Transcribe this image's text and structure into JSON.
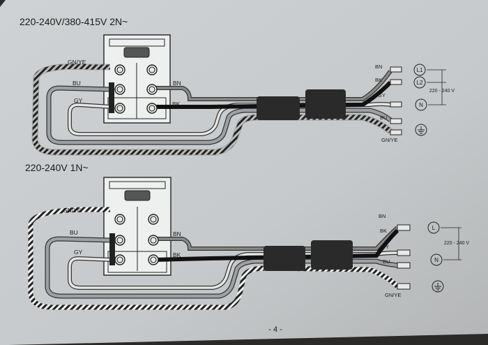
{
  "diagram_top": {
    "title": "220-240V/380-415V 2N~",
    "wire_labels": {
      "gnye_left": "GN/YE",
      "bu_left": "BU",
      "gy_left": "GY",
      "bn_mid": "BN",
      "bk_mid": "BK",
      "bn_end": "BN",
      "bk_end": "BK",
      "gy_end": "GY",
      "bu_end": "BU",
      "gnye_end": "GN/YE"
    },
    "terminals": {
      "l1": "L1",
      "l2": "L2",
      "n": "N"
    },
    "voltage_label": "220 - 240 V"
  },
  "diagram_bottom": {
    "title": "220-240V 1N~",
    "wire_labels": {
      "gnye_left": "GN/YE",
      "bu_left": "BU",
      "gy_left": "GY",
      "bn_mid": "BN",
      "bk_mid": "BK",
      "bn_end": "BN",
      "bk_end": "BK",
      "gy_end": "GY",
      "bu_end": "BU",
      "gnye_end": "GN/YE"
    },
    "terminals": {
      "l": "L",
      "n": "N"
    },
    "voltage_label": "220 - 240 V"
  },
  "page_number": "- 4 -"
}
